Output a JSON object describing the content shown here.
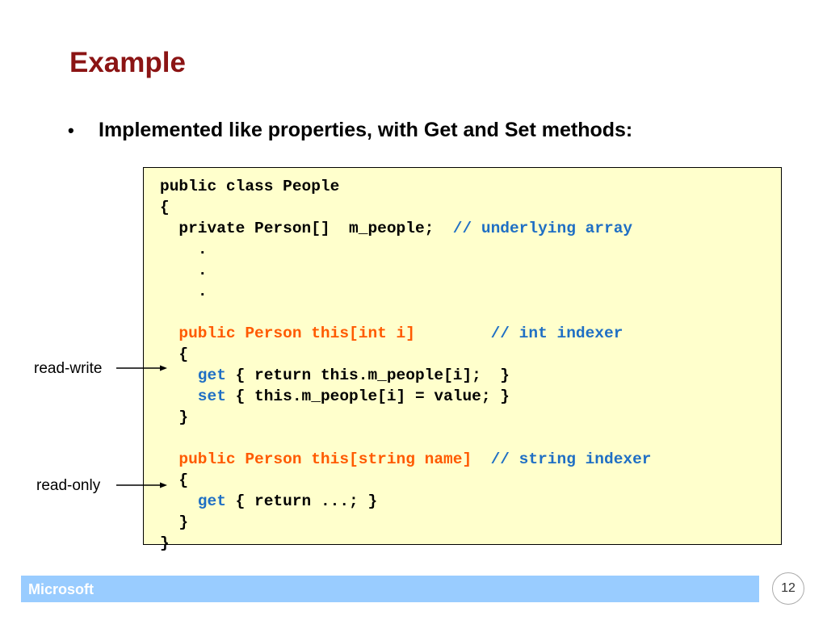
{
  "slide": {
    "title": "Example",
    "bullet_marker": "•",
    "bullet": "Implemented like properties, with Get and Set methods:",
    "labels": {
      "read_write": "read-write",
      "read_only": "read-only"
    },
    "footer": "Microsoft",
    "page_number": "12"
  },
  "code": {
    "l1": "public class People",
    "l2": "{",
    "l3_code": "  private Person[]  m_people;  ",
    "l3_comment": "// underlying array",
    "dot": ".",
    "l8_kw": "  public Person this[int i]",
    "l8_pad": "        ",
    "l8_comment": "// int indexer",
    "l9": "  {",
    "l10_kw": "    get",
    "l10_rest": " { return this.m_people[i];  }",
    "l11_kw": "    set",
    "l11_rest": " { this.m_people[i] = value; }",
    "l12": "  }",
    "l14_kw": "  public Person this[string name]",
    "l14_pad": "  ",
    "l14_comment": "// string indexer",
    "l15": "  {",
    "l16_kw": "    get",
    "l16_rest": " { return ...; }",
    "l17": "  }",
    "l18": "}"
  },
  "colors": {
    "title": "#8b1414",
    "keyword": "#ff5a00",
    "comment": "#1f6fc4",
    "code_bg": "#ffffcc",
    "footer_bar": "#99ccff"
  }
}
